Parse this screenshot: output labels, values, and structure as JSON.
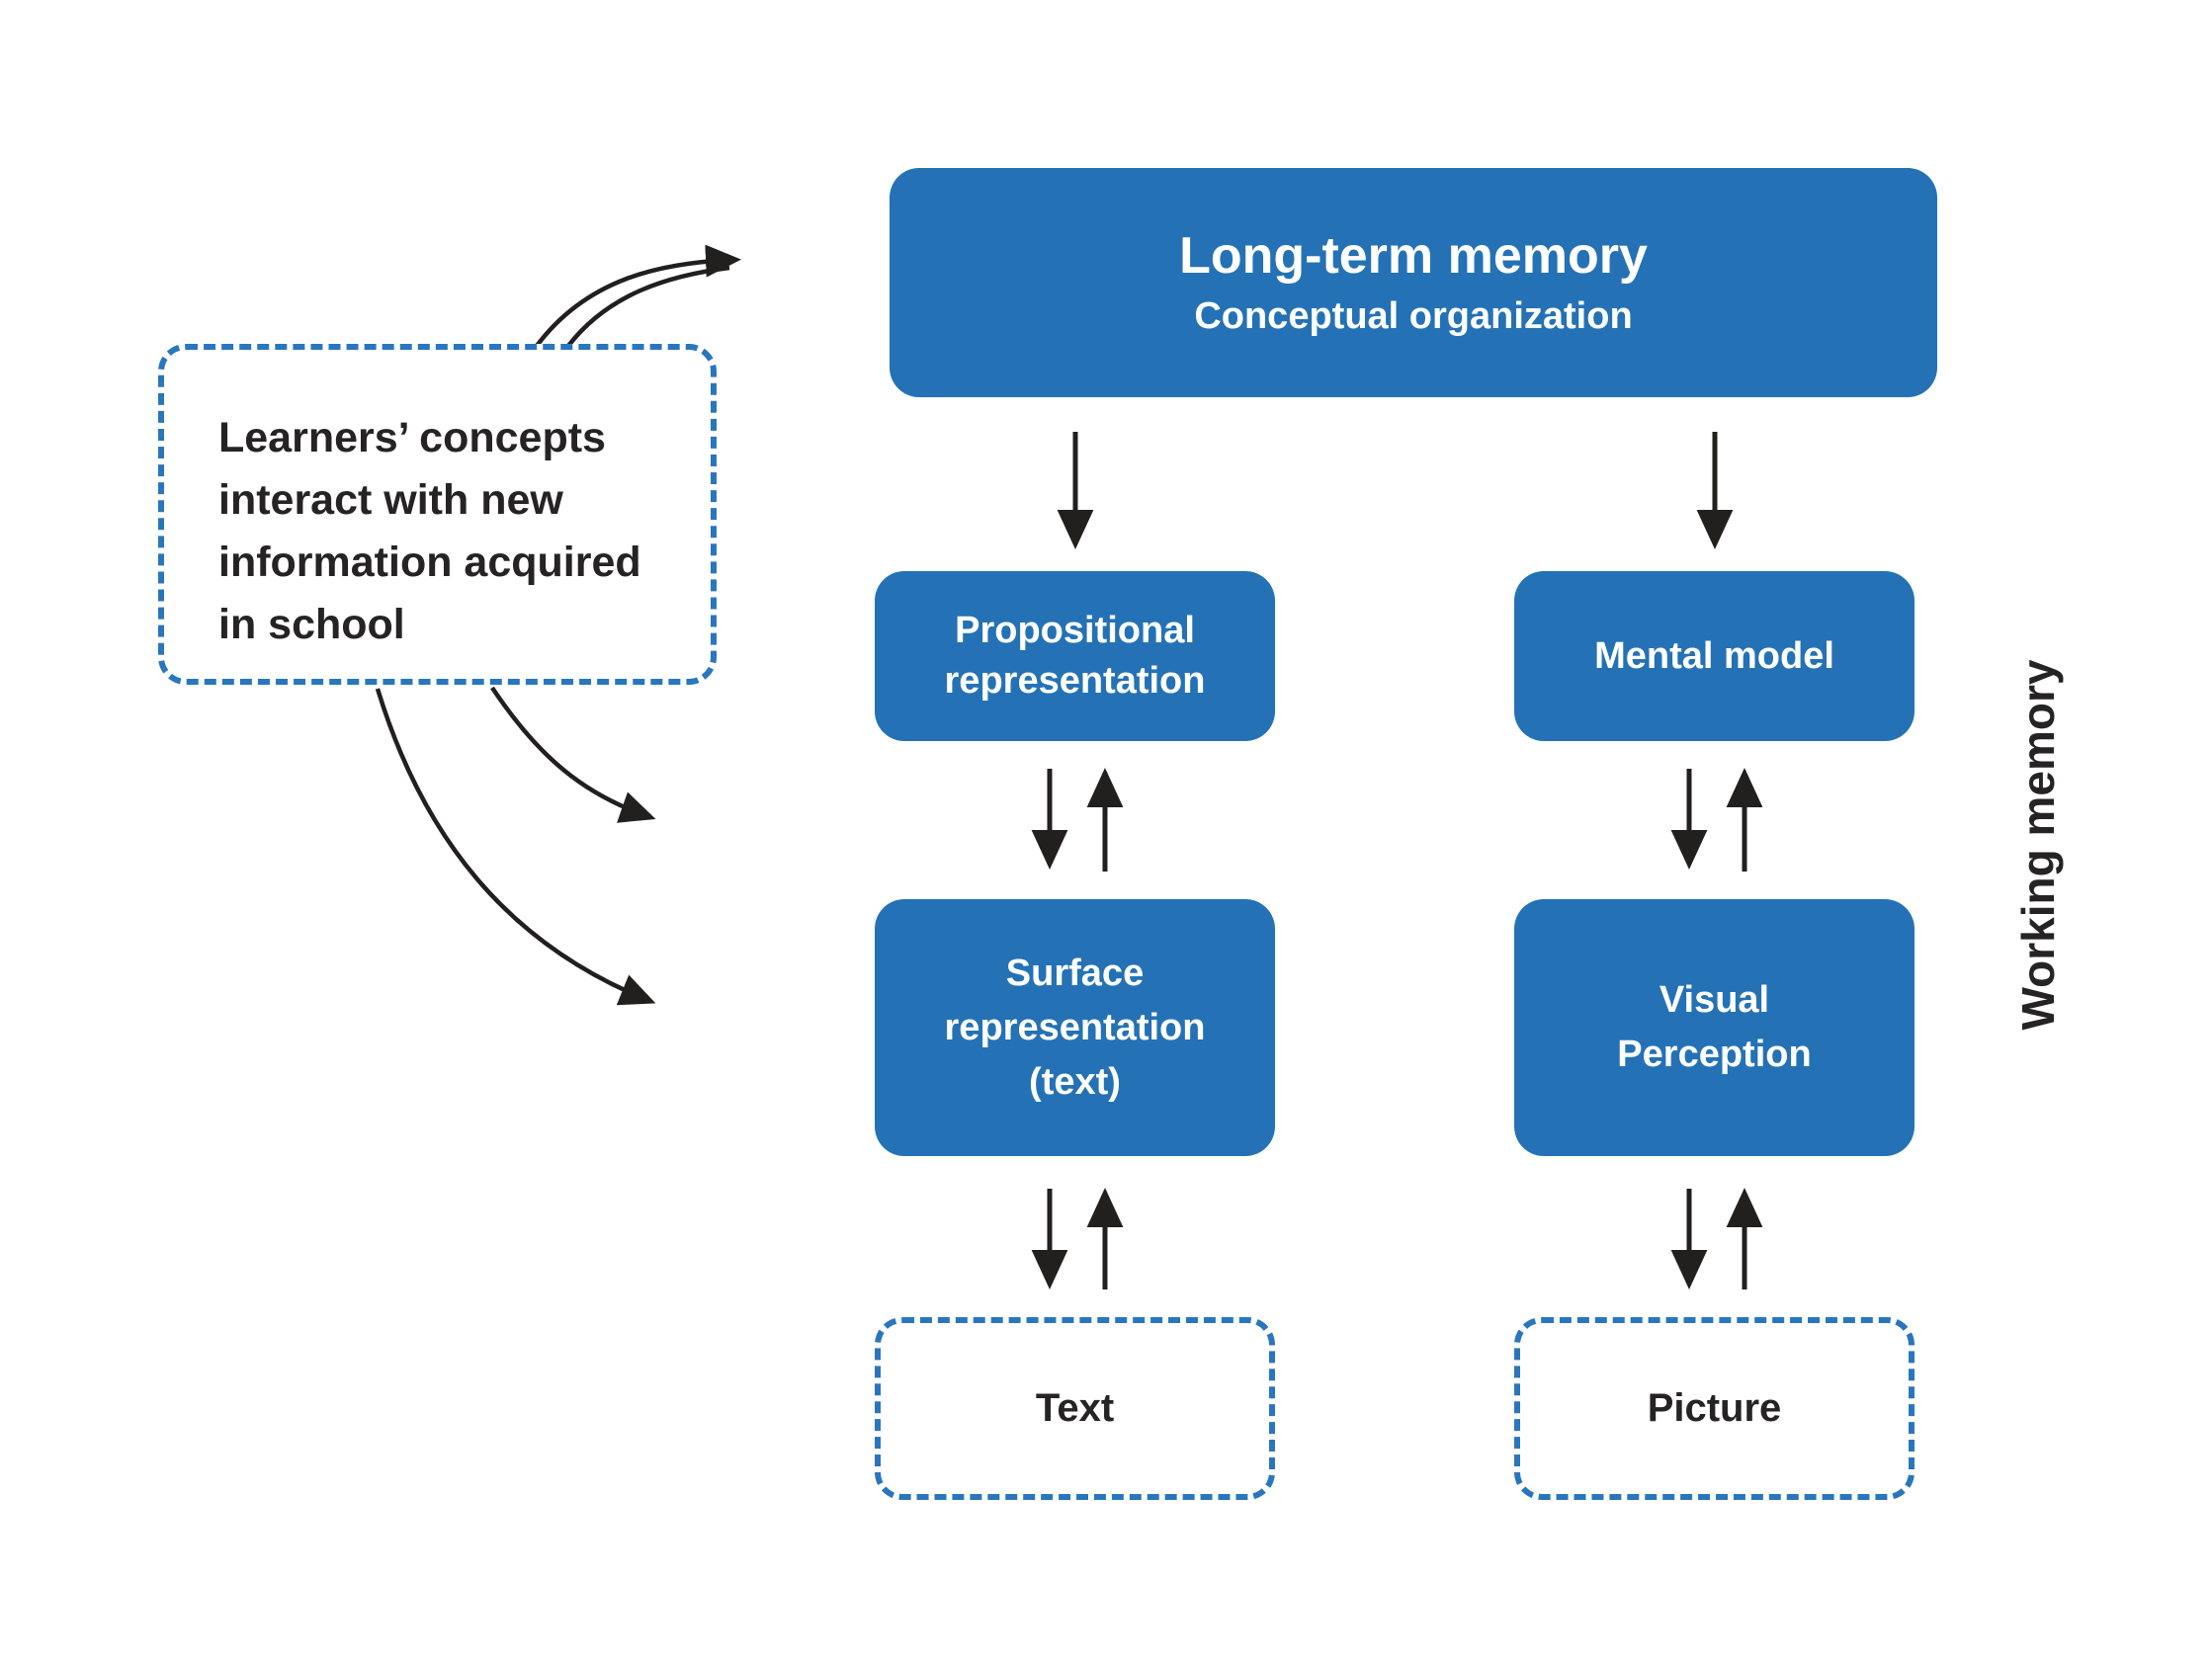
{
  "figure": {
    "colors": {
      "box_fill": "#2472b5",
      "box_text": "#ffffff",
      "dashed_border": "#2a76bd",
      "dark_text": "#262324",
      "arrow": "#221f1f",
      "background": "#ffffff"
    },
    "boxes": {
      "long_term_memory": {
        "title": "Long-term memory",
        "subtitle": "Conceptual organization"
      },
      "propositional": {
        "label": "Propositional\nrepresentation"
      },
      "mental_model": {
        "label": "Mental model"
      },
      "surface": {
        "label": "Surface\nrepresentation\n(text)"
      },
      "visual_perception": {
        "label": "Visual\nPerception"
      },
      "text_source": {
        "label": "Text"
      },
      "picture_source": {
        "label": "Picture"
      }
    },
    "annotation": {
      "label": "Learners’ concepts\ninteract with new\ninformation acquired\nin school"
    },
    "working_memory": {
      "label": "Working memory"
    }
  }
}
